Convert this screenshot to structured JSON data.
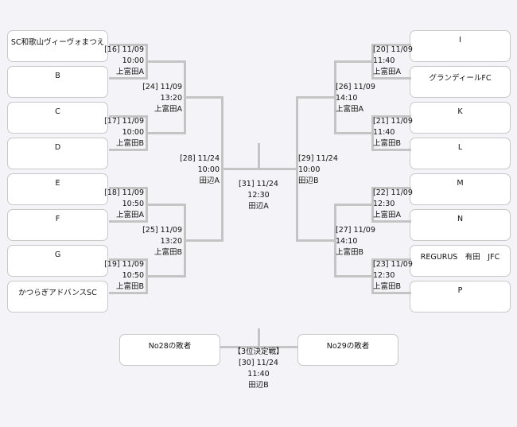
{
  "teams_left": [
    "SC和歌山ヴィーヴォまつえ",
    "B",
    "C",
    "D",
    "E",
    "F",
    "G",
    "かつらぎアドバンスSC"
  ],
  "teams_right": [
    "I",
    "グランディールFC",
    "K",
    "L",
    "M",
    "N",
    "REGURUS　有田　JFC",
    "P"
  ],
  "matches": {
    "m16": {
      "no": "[16] 11/09",
      "time": "10:00",
      "venue": "上富田A"
    },
    "m17": {
      "no": "[17] 11/09",
      "time": "10:00",
      "venue": "上富田B"
    },
    "m18": {
      "no": "[18] 11/09",
      "time": "10:50",
      "venue": "上富田A"
    },
    "m19": {
      "no": "[19] 11/09",
      "time": "10:50",
      "venue": "上富田B"
    },
    "m20": {
      "no": "[20] 11/09",
      "time": "11:40",
      "venue": "上富田A"
    },
    "m21": {
      "no": "[21] 11/09",
      "time": "11:40",
      "venue": "上富田B"
    },
    "m22": {
      "no": "[22] 11/09",
      "time": "12:30",
      "venue": "上富田A"
    },
    "m23": {
      "no": "[23] 11/09",
      "time": "12:30",
      "venue": "上富田B"
    },
    "m24": {
      "no": "[24] 11/09",
      "time": "13:20",
      "venue": "上富田A"
    },
    "m25": {
      "no": "[25] 11/09",
      "time": "13:20",
      "venue": "上富田B"
    },
    "m26": {
      "no": "[26] 11/09",
      "time": "14:10",
      "venue": "上富田A"
    },
    "m27": {
      "no": "[27] 11/09",
      "time": "14:10",
      "venue": "上富田B"
    },
    "m28": {
      "no": "[28] 11/24",
      "time": "10:00",
      "venue": "田辺A"
    },
    "m29": {
      "no": "[29] 11/24",
      "time": "10:00",
      "venue": "田辺B"
    },
    "m31": {
      "no": "[31] 11/24",
      "time": "12:30",
      "venue": "田辺A"
    },
    "m30": {
      "title": "【3位決定戦】",
      "no": "[30] 11/24",
      "time": "11:40",
      "venue": "田辺B"
    }
  },
  "third_place": {
    "left": "No28の敗者",
    "right": "No29の敗者"
  }
}
